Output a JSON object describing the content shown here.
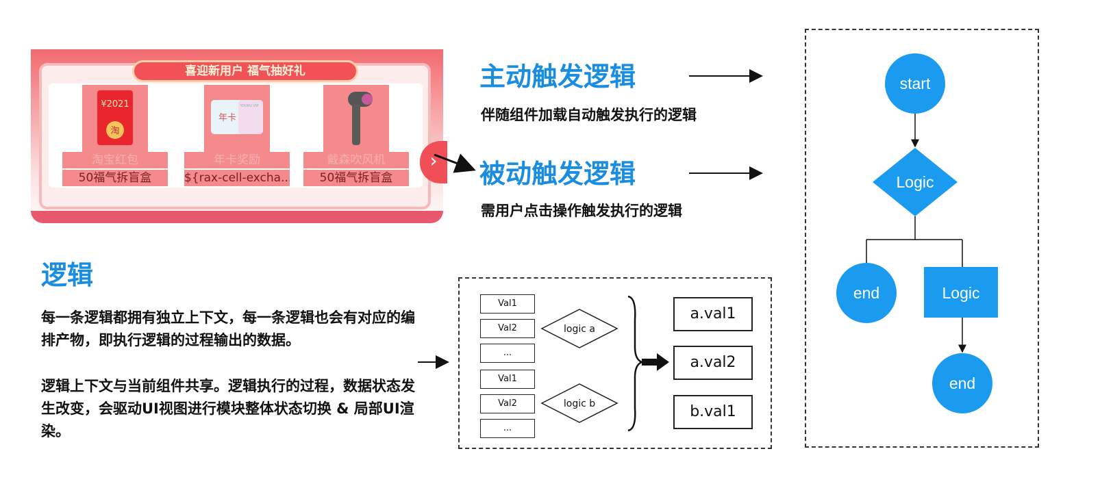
{
  "promo": {
    "banner": "喜迎新用户 福气抽好礼",
    "prizes": [
      {
        "image_label": "¥2021",
        "badge": "淘",
        "name": "淘宝红包",
        "sub": "50福气拆盲盒"
      },
      {
        "image_label": "年卡",
        "brand": "YOUKU VIP",
        "name": "年卡奖励",
        "sub": "${rax-cell-excha..."
      },
      {
        "image_label": "",
        "name": "戴森吹风机",
        "sub": "50福气拆盲盒"
      }
    ],
    "next_icon": "chevron-right-icon"
  },
  "active": {
    "title": "主动触发逻辑",
    "desc": "伴随组件加载自动触发执行的逻辑"
  },
  "passive": {
    "title": "被动触发逻辑",
    "desc": "需用户点击操作触发执行的逻辑"
  },
  "logic": {
    "title": "逻辑",
    "para1": "每一条逻辑都拥有独立上下文，每一条逻辑也会有对应的编排产物，即执行逻辑的过程输出的数据。",
    "para2": "逻辑上下文与当前组件共享。逻辑执行的过程，数据状态发生改变，会驱动UI视图进行模块整体状态切换 & 局部UI渲染。"
  },
  "context_diagram": {
    "group_a": [
      "Val1",
      "Val2",
      "..."
    ],
    "group_b": [
      "Val1",
      "Val2",
      "..."
    ],
    "logic_a": "logic a",
    "logic_b": "logic b",
    "outputs": [
      "a.val1",
      "a.val2",
      "b.val1"
    ]
  },
  "flow": {
    "start": "start",
    "decision": "Logic",
    "end_left": "end",
    "process": "Logic",
    "end_bottom": "end"
  },
  "colors": {
    "accent": "#1a8de0",
    "node": "#1a9bf0",
    "promo_red": "#f05257"
  }
}
